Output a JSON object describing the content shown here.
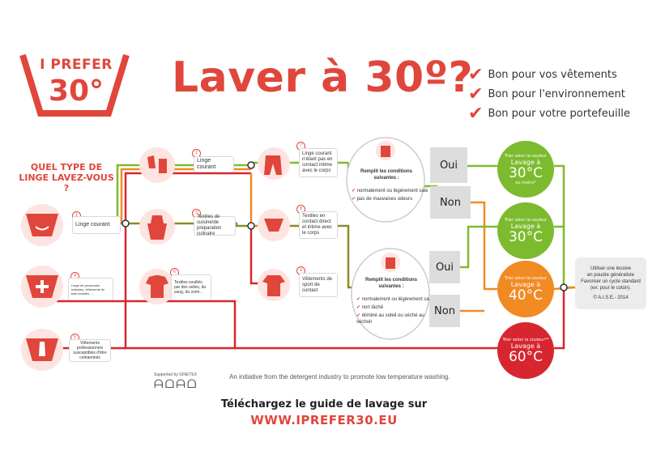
{
  "logo": {
    "line1": "I PREFER",
    "line2": "30°"
  },
  "title": "Laver à 30º?",
  "benefits": [
    "Bon pour vos vêtements",
    "Bon pour l'environnement",
    "Bon pour votre portefeuille"
  ],
  "question": "QUEL TYPE DE LINGE LAVEZ-VOUS ?",
  "categories": [
    {
      "num": "1",
      "label": "Linge courant"
    },
    {
      "num": "4",
      "label": "Linge de personnes malades, vêtements de bain souillés, …"
    },
    {
      "num": "5",
      "label": "Vêtements professionnels susceptibles d'être contaminés"
    }
  ],
  "subcategories": [
    {
      "num": "2",
      "label": "Linge courant"
    },
    {
      "num": "3",
      "label": "Textiles de cuisine/de préparation culinaire"
    },
    {
      "num": "6",
      "label": "Textiles souillés par des selles, du sang, du vomi…"
    }
  ],
  "items": [
    {
      "num": "7",
      "label": "Linge courant n'étant pas en contact intime avec le corps"
    },
    {
      "num": "8",
      "label": "Textiles en contact direct et intime avec le corps"
    },
    {
      "num": "9",
      "label": "Vêtements de sport de contact"
    }
  ],
  "conditions": [
    {
      "title": "Remplit les conditions suivantes :",
      "items": [
        "normalement ou légèrement sale",
        "pas de mauvaises odeurs"
      ]
    },
    {
      "title": "Remplit les conditions suivantes :",
      "items": [
        "normalement ou légèrement sale",
        "non tâché",
        "éliminé au soleil ou séché au séchoir"
      ]
    }
  ],
  "answers": {
    "yes": "Oui",
    "no": "Non"
  },
  "results": [
    {
      "small": "Trier selon la couleur",
      "wash": "Lavage à",
      "temp": "30°C",
      "note": "ou moins*",
      "color": "#7cbb2e"
    },
    {
      "small": "Trier selon la couleur",
      "wash": "Lavage à",
      "temp": "30°C",
      "note": "",
      "color": "#7cbb2e"
    },
    {
      "small": "Trier selon la couleur",
      "wash": "Lavage à",
      "temp": "40°C",
      "note": "",
      "color": "#f28a24"
    },
    {
      "small": "Trier selon la couleur**",
      "wash": "Lavage à",
      "temp": "60°C",
      "note": "",
      "color": "#d7262f"
    }
  ],
  "final_note": [
    "Utiliser une lessive",
    "en poudre généraliste",
    "Favoriser un cycle standard",
    "(ex: pour le coton)."
  ],
  "copyright": "© A.I.S.E.- 2014",
  "footer": {
    "supported": "Supported by GINETEX",
    "ginetex": "ᗩᗝᗩᗝ",
    "initiative": "An initiative from the detergent industry to promote low temperature washing.",
    "download": "Téléchargez le guide de lavage sur",
    "url": "WWW.IPREFER30.EU"
  },
  "colors": {
    "brand_red": "#e0463b",
    "green": "#7cbb2e",
    "orange": "#f28a24",
    "dark_red": "#d7262f",
    "olive": "#8b8b2a"
  }
}
